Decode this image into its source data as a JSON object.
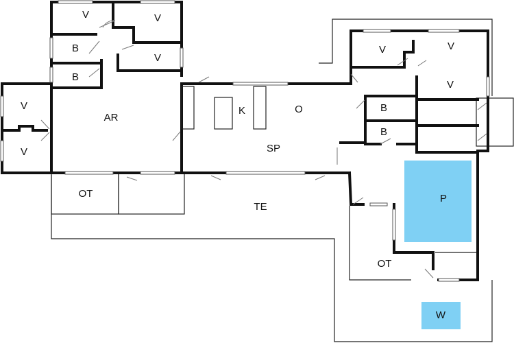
{
  "colors": {
    "pool": "#7fd0f4",
    "water_feature": "#7fd0f4",
    "walls": "#111111",
    "background": "#ffffff"
  },
  "rooms": {
    "v_top_left": "V",
    "v_top_right": "V",
    "v_mid_top": "V",
    "b_upper": "B",
    "b_lower": "B",
    "v_left_upper": "V",
    "v_left_lower": "V",
    "ar": "AR",
    "k": "K",
    "o": "O",
    "sp": "SP",
    "v_right_a": "V",
    "v_right_b": "V",
    "v_right_c": "V",
    "b_right_upper": "B",
    "b_right_lower": "B",
    "ot_left": "OT",
    "te": "TE",
    "pool": "P",
    "ot_right": "OT",
    "w": "W"
  }
}
